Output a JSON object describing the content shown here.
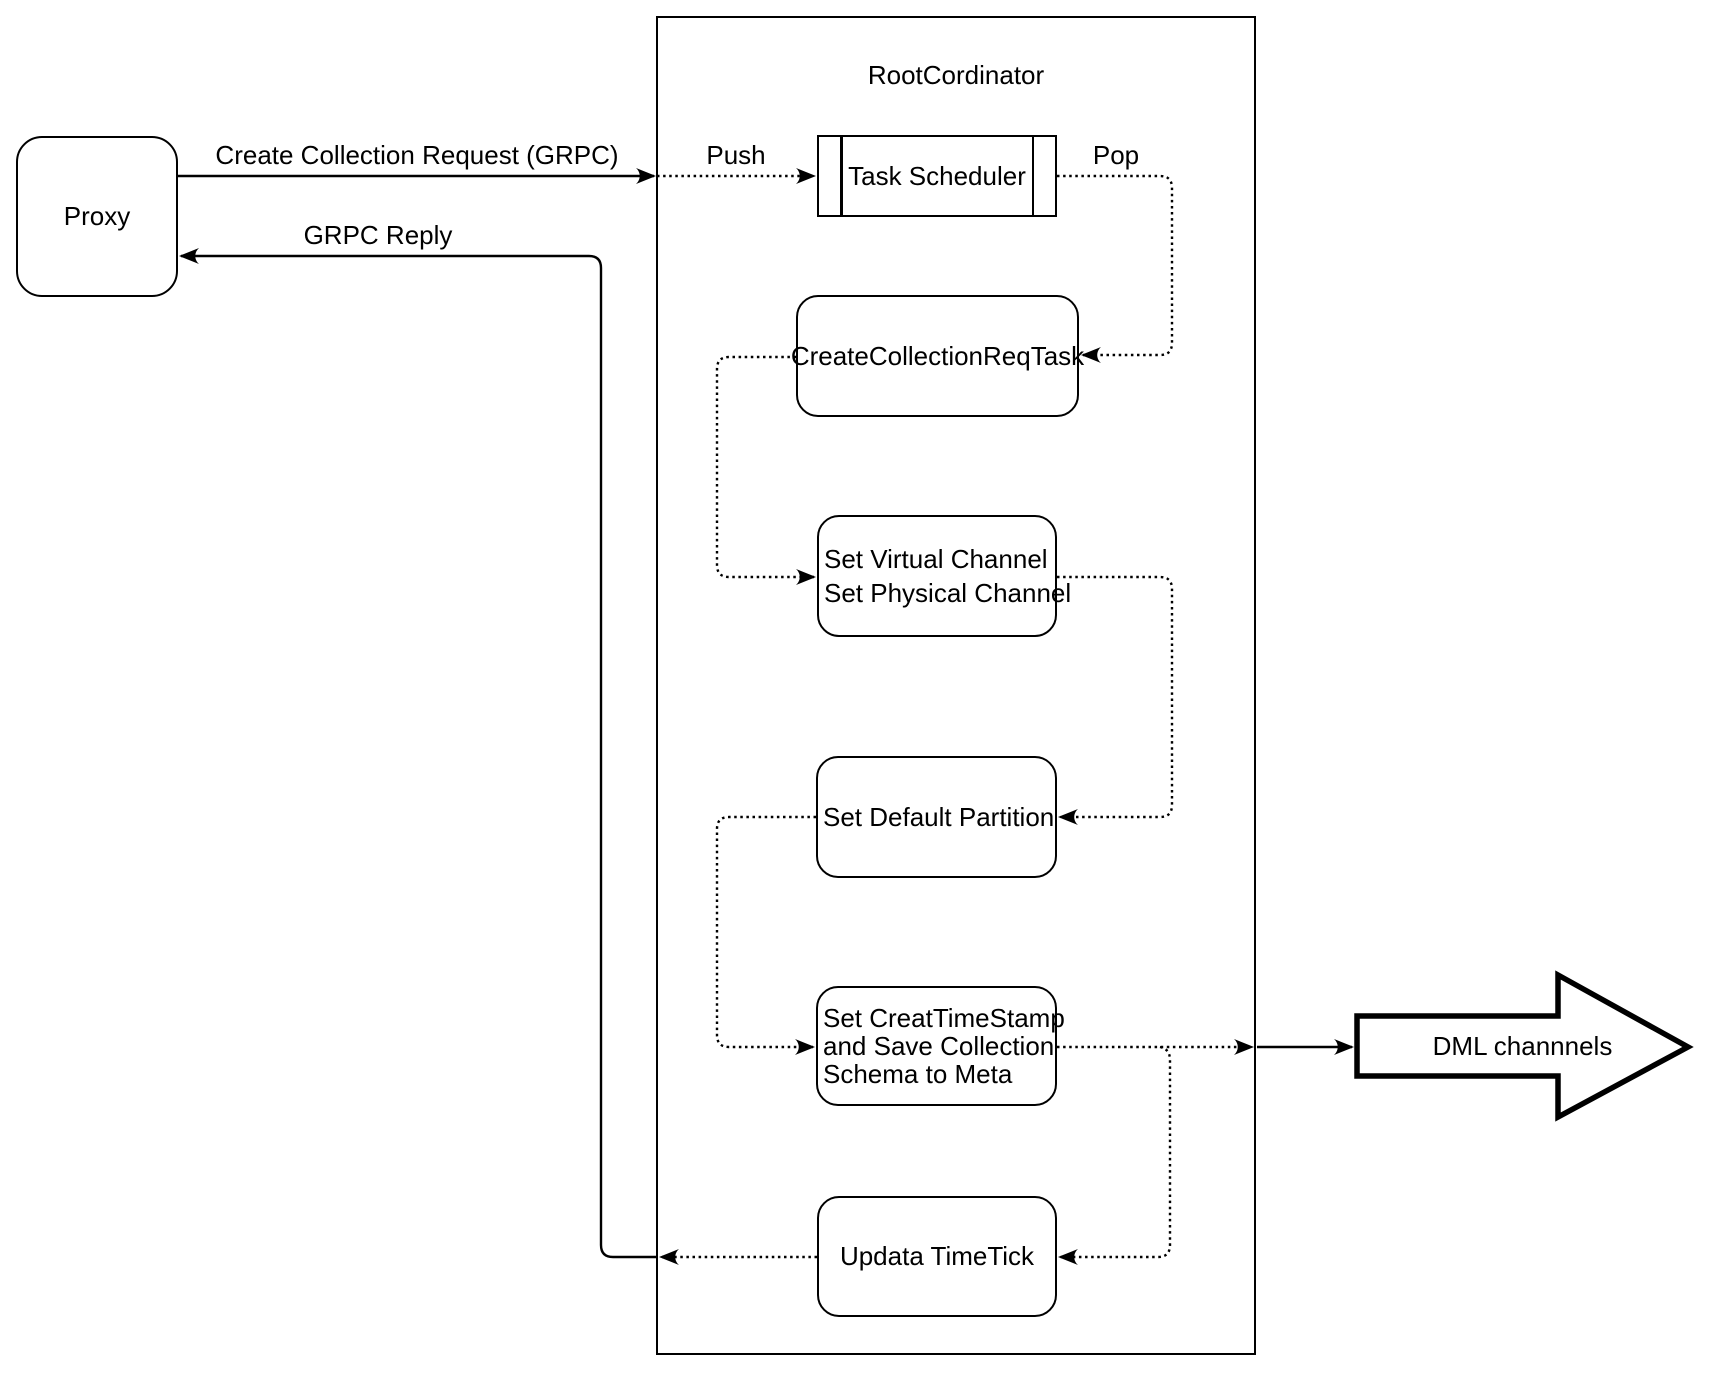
{
  "diagram": {
    "proxy": {
      "label": "Proxy"
    },
    "root": {
      "title": "RootCordinator",
      "task_scheduler": {
        "label": "Task Scheduler"
      },
      "create_collection_req_task": {
        "label": "CreateCollectionReqTask"
      },
      "set_virtual_channel": {
        "lines": [
          "Set Virtual Channel",
          "Set Physical Channel"
        ]
      },
      "set_default_partition": {
        "label": "Set Default Partition"
      },
      "set_creat_timestamp": {
        "lines": [
          "Set CreatTimeStamp",
          "and Save Collection",
          "Schema to Meta"
        ]
      },
      "updata_timetick": {
        "label": "Updata TimeTick"
      }
    },
    "edges": {
      "request_label": "Create Collection Request (GRPC)",
      "reply_label": "GRPC Reply",
      "push_label": "Push",
      "pop_label": "Pop"
    },
    "dml": {
      "label": "DML channnels"
    },
    "colors": {
      "stroke": "#000000",
      "background": "#ffffff"
    }
  }
}
